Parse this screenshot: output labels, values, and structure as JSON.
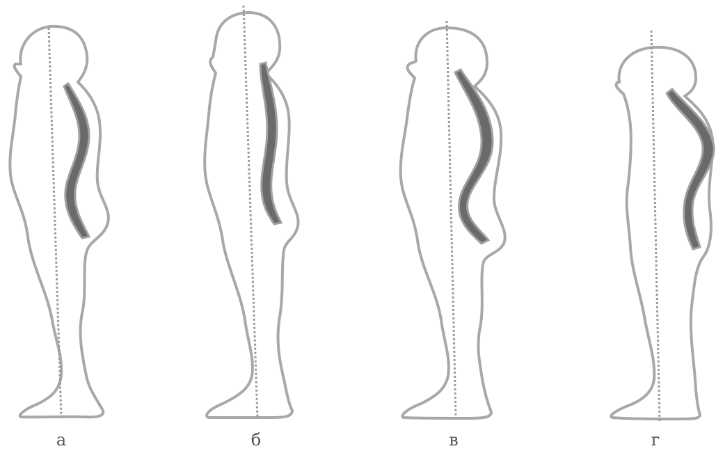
{
  "figures": [
    {
      "label": "а",
      "posture": "kyphotic-lordotic"
    },
    {
      "label": "б",
      "posture": "flat-back"
    },
    {
      "label": "в",
      "posture": "lordotic"
    },
    {
      "label": "г",
      "posture": "sway-back"
    }
  ],
  "colors": {
    "outline": "#a8a8a8",
    "spine": "#6a6a6a",
    "plumb_line": "#9a9a9a",
    "background": "#ffffff"
  }
}
